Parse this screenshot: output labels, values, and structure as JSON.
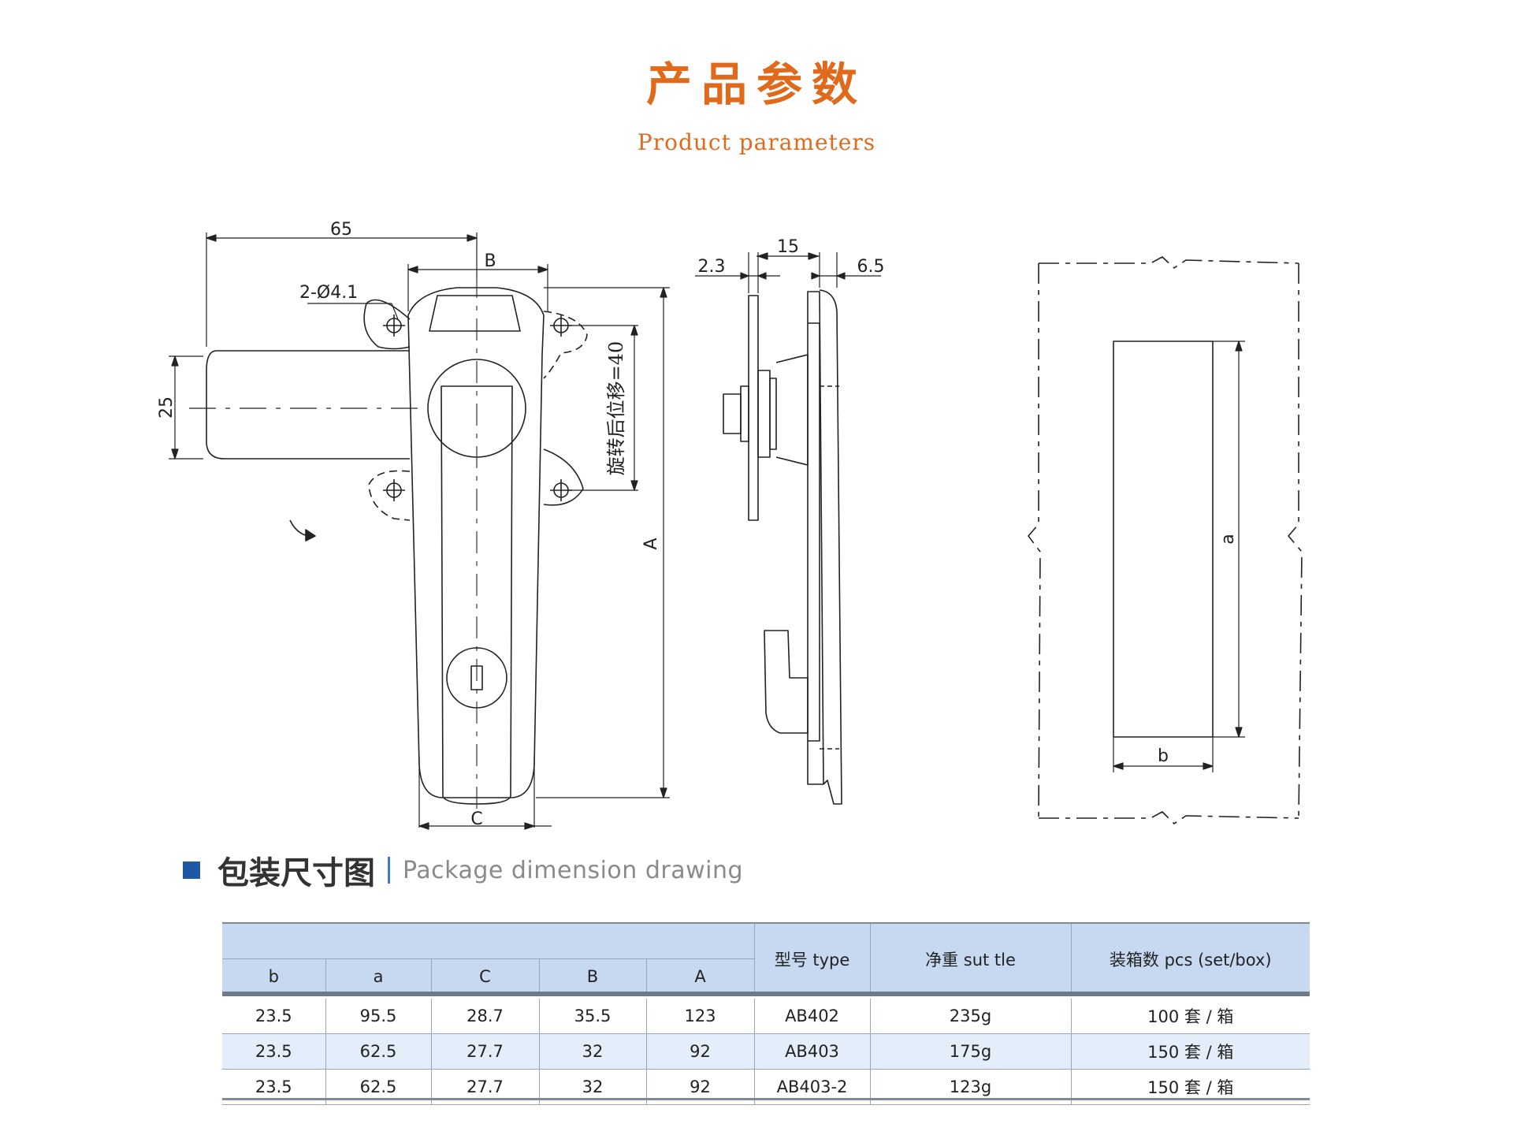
{
  "header": {
    "title_cn": "产品参数",
    "title_en": "Product parameters"
  },
  "drawing": {
    "dim_65": "65",
    "dim_B": "B",
    "dim_hole": "2-Ø4.1",
    "dim_25": "25",
    "dim_A": "A",
    "dim_C": "C",
    "note_rotation": "旋转后位移=40",
    "dim_2_3": "2.3",
    "dim_15": "15",
    "dim_6_5": "6.5",
    "dim_a": "a",
    "dim_b": "b"
  },
  "section": {
    "title_cn": "包装尺寸图",
    "title_en": "Package dimension drawing"
  },
  "table": {
    "headers": {
      "b": "b",
      "a": "a",
      "C": "C",
      "B": "B",
      "A": "A",
      "type": "型号 type",
      "weight": "净重 sut tle",
      "pcs": "装箱数 pcs (set/box)"
    },
    "rows": [
      {
        "b": "23.5",
        "a": "95.5",
        "C": "28.7",
        "B": "35.5",
        "A": "123",
        "type": "AB402",
        "weight": "235g",
        "pcs": "100 套 / 箱"
      },
      {
        "b": "23.5",
        "a": "62.5",
        "C": "27.7",
        "B": "32",
        "A": "92",
        "type": "AB403",
        "weight": "175g",
        "pcs": "150 套 / 箱"
      },
      {
        "b": "23.5",
        "a": "62.5",
        "C": "27.7",
        "B": "32",
        "A": "92",
        "type": "AB403-2",
        "weight": "123g",
        "pcs": "150 套 / 箱"
      }
    ]
  },
  "colors": {
    "accent_orange": "#e06a1b",
    "section_blue": "#1f56a8",
    "table_header": "#c6d9f1",
    "table_alt_row": "#e4eefa"
  }
}
